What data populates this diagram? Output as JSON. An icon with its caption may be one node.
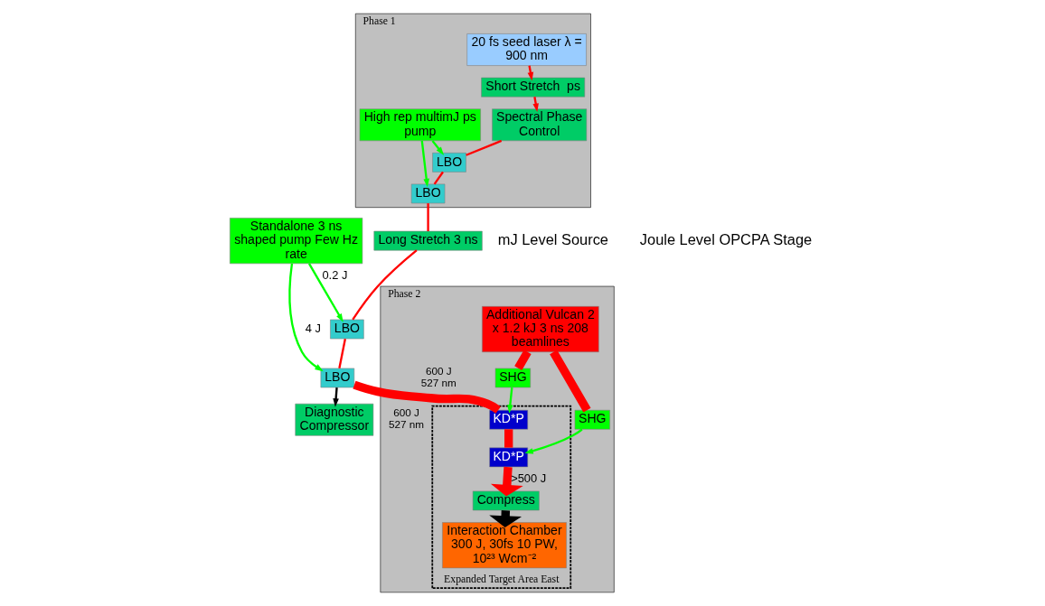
{
  "diagram": {
    "nodes": [
      {
        "text": [
          "Phase 1"
        ]
      },
      {
        "text": [
          "20 fs seed laser λ = 900 nm"
        ],
        "in": 0
      },
      {
        "text": [
          "Short Stretch  ps"
        ],
        "in": 0
      },
      {
        "text": [
          "Spectral Phase Control"
        ],
        "in": 0
      },
      {
        "text": [
          "High rep multimJ ps pump"
        ],
        "in": 0
      },
      {
        "text": [
          "LBO"
        ],
        "in": 0
      },
      {
        "text": [
          "LBO"
        ],
        "in": 0
      },
      {
        "text": [
          "Standalone 3 ns shaped pump Few Hz rate"
        ]
      },
      {
        "text": [
          "Long Stretch 3 ns"
        ]
      },
      {
        "text": [
          "LBO"
        ]
      },
      {
        "text": [
          "LBO"
        ]
      },
      {
        "text": [
          "Diagnostic Compressor"
        ]
      },
      {
        "text": [
          "Phase 2"
        ]
      },
      {
        "text": [
          "Expanded Target Area East"
        ],
        "in": 12
      },
      {
        "text": [
          "Interaction Chamber 300 J, 30fs 10 PW, 10²³ Wcm⁻²"
        ],
        "in": 13
      },
      {
        "text": [
          "KD*P"
        ],
        "in": 13
      },
      {
        "text": [
          "KD*P"
        ],
        "in": 13
      },
      {
        "text": [
          "Compress"
        ],
        "in": 13
      },
      {
        "text": [
          "Additional Vulcan 2 x 1.2 kJ 3 ns 208 beamlines"
        ],
        "in": 12
      },
      {
        "text": [
          "SHG"
        ],
        "in": 12,
        "beside": [
          "600 J",
          "527 nm"
        ]
      },
      {
        "text": [
          "SHG"
        ],
        "in": 12,
        "beside": [
          "600 J",
          "527 nm"
        ]
      }
    ],
    "edges": [
      {
        "from": 1,
        "to": 2,
        "arrow": "to"
      },
      {
        "from": 2,
        "to": 3,
        "arrow": "to"
      },
      {
        "from": 3,
        "to": 5,
        "arrow": "none"
      },
      {
        "from": 4,
        "to": 5,
        "arrow": "to",
        "color": "#00ff00"
      },
      {
        "from": 4,
        "to": 6,
        "arrow": "to",
        "color": "#00ff00"
      },
      {
        "from": 5,
        "to": 6,
        "arrow": "none"
      },
      {
        "from": 6,
        "to": 8,
        "arrow": "none"
      },
      {
        "from": 8,
        "to": 9,
        "arrow": "none"
      },
      {
        "from": 7,
        "to": 9,
        "label": "0.2 J",
        "arrow": "to",
        "color": "#00ff00"
      },
      {
        "from": 7,
        "to": 10,
        "label": "4 J",
        "arrow": "to",
        "color": "#00ff00"
      },
      {
        "from": 9,
        "to": 10,
        "arrow": "none"
      },
      {
        "from": 10,
        "to": 11,
        "arrow": "to",
        "color": "#000000"
      },
      {
        "from": 10,
        "to": 15,
        "arrow": "none",
        "style": "thick"
      },
      {
        "from": 15,
        "to": 16,
        "arrow": "none",
        "style": "thick"
      },
      {
        "from": 16,
        "to": 17,
        "label": ">500 J",
        "arrow": "to",
        "style": "thick"
      },
      {
        "from": 17,
        "to": 14,
        "arrow": "to",
        "style": "thick",
        "color": "#000000"
      },
      {
        "from": 18,
        "to": 19,
        "arrow": "none",
        "style": "thick"
      },
      {
        "from": 18,
        "to": 20,
        "arrow": "none",
        "style": "thick"
      },
      {
        "from": 19,
        "to": 15,
        "arrow": "to",
        "color": "#00ff00"
      },
      {
        "from": 20,
        "to": 16,
        "arrow": "to",
        "color": "#00ff00"
      }
    ],
    "labels": [
      "mJ Level Source",
      "Joule Level OPCPA Stage"
    ]
  }
}
